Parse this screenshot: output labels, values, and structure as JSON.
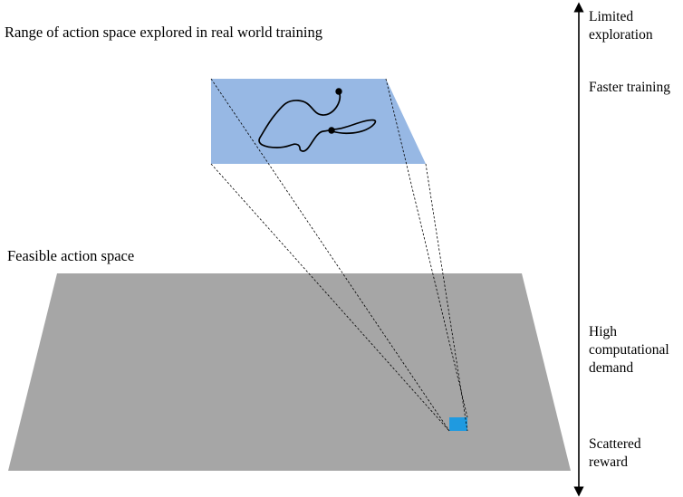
{
  "labels": {
    "top_title": "Range of action space explored in real world training",
    "feasible": "Feasible action space",
    "limited_exploration": "Limited\nexploration",
    "faster_training": "Faster training",
    "high_computational_demand": "High\ncomputational\ndemand",
    "scattered_reward": "Scattered\nreward"
  },
  "colors": {
    "explored_region": "#97b8e4",
    "feasible_region": "#a6a6a6",
    "small_region": "#1f9ae0",
    "ink": "#000000",
    "background": "#ffffff"
  }
}
